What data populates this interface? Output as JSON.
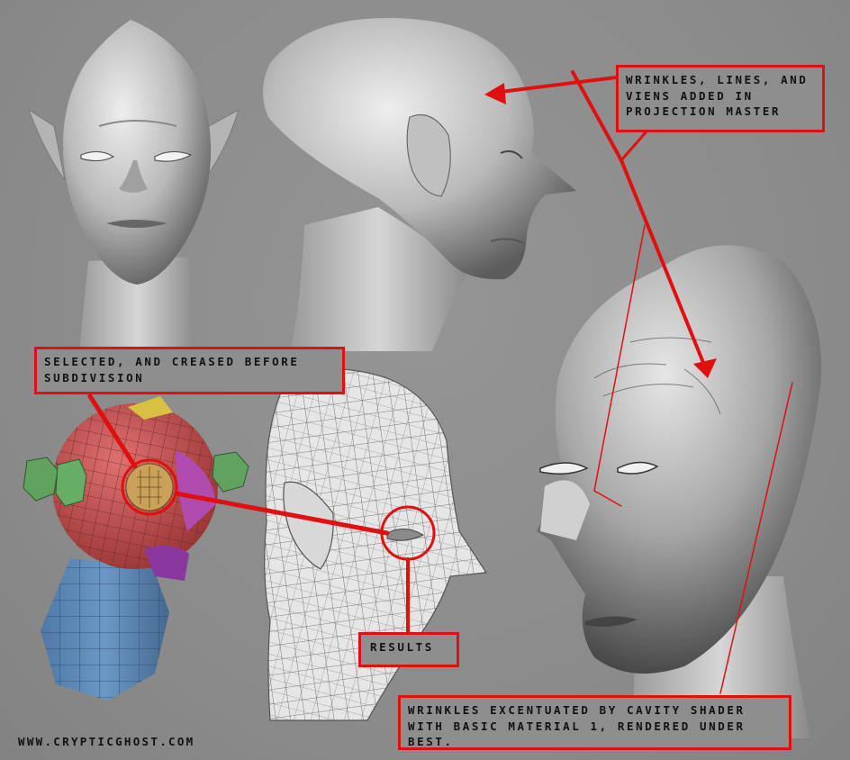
{
  "notes": {
    "projection": "WRINKLES, LINES, AND\nVIENS ADDED IN\nPROJECTION MASTER",
    "crease": "SELECTED, AND CREASED BEFORE\nSUBDIVISION",
    "results": "RESULTS",
    "cavity": "WRINKLES EXCENTUATED BY CAVITY SHADER\nWITH BASIC MATERIAL 1, RENDERED UNDER\nBEST."
  },
  "website": "WWW.CRYPTICGHOST.COM",
  "colors": {
    "background": "#8d8d8d",
    "annotation_red": "#e01010",
    "poly_red": "#c65050",
    "poly_green": "#5fa35f",
    "poly_blue": "#5a84b0",
    "poly_purple": "#9a3fa0",
    "poly_orange": "#c9a25a",
    "poly_yellow": "#d8c040",
    "wire_mesh": "#e8e8e8",
    "sculpt_gray": "#bdbdbd"
  }
}
